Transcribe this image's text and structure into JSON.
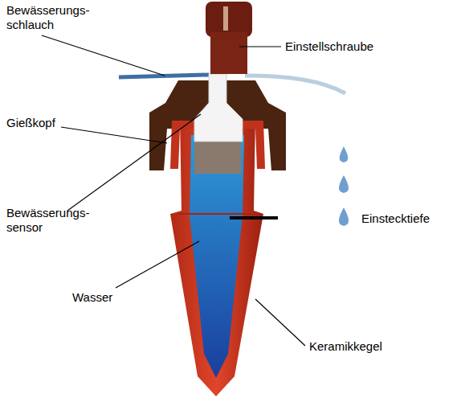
{
  "diagram": {
    "labels": [
      "Bewässerungs- schlauch",
      "Einstellschraube",
      "Gießkopf",
      "Bewässerungs- sensor",
      "Einstecktiefe",
      "Wasser",
      "Keramikkegel"
    ]
  }
}
